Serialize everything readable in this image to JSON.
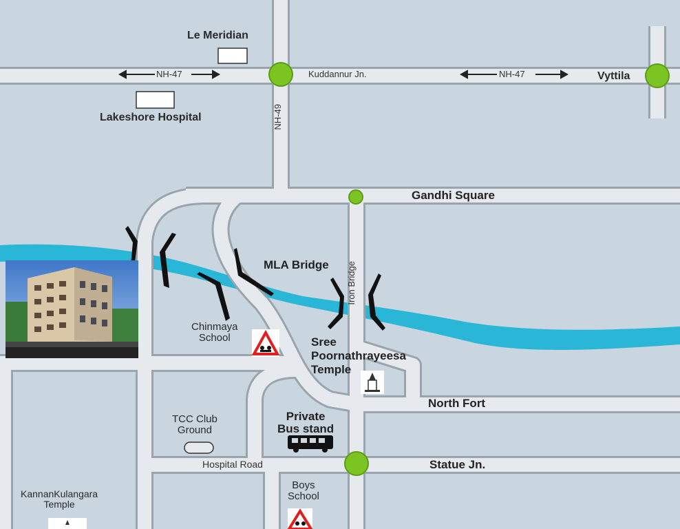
{
  "map": {
    "colors": {
      "background": "#c9d5df",
      "road": "#e6eaee",
      "road_edge": "#9aa4ad",
      "river": "#2ab6d6",
      "junction": "#7cc421",
      "bridge": "#111111"
    },
    "roads": {
      "nh47_left": "NH-47",
      "nh47_right": "NH-47",
      "nh49": "NH-49",
      "iron_bridge": "Iron Bridge",
      "hospital_road": "Hospital Road"
    },
    "junctions": {
      "kuddannur": "Kuddannur Jn.",
      "vyttila": "Vyttila",
      "gandhi_square": "Gandhi Square",
      "north_fort": "North Fort",
      "statue": "Statue Jn."
    },
    "places": {
      "le_meridian": "Le Meridian",
      "lakeshore": "Lakeshore Hospital",
      "mla_bridge": "MLA Bridge",
      "chinmaya": "Chinmaya\nSchool",
      "sree_temple": "Sree\nPoornathrayeesa\nTemple",
      "tcc": "TCC Club\nGround",
      "bus_stand": "Private\nBus stand",
      "boys_school": "Boys\nSchool",
      "kannan_temple": "KannanKulangara\nTemple"
    },
    "icons": {
      "school": "school-sign-icon",
      "temple": "temple-icon",
      "bus": "bus-icon",
      "building": "apartment-building-photo"
    }
  }
}
